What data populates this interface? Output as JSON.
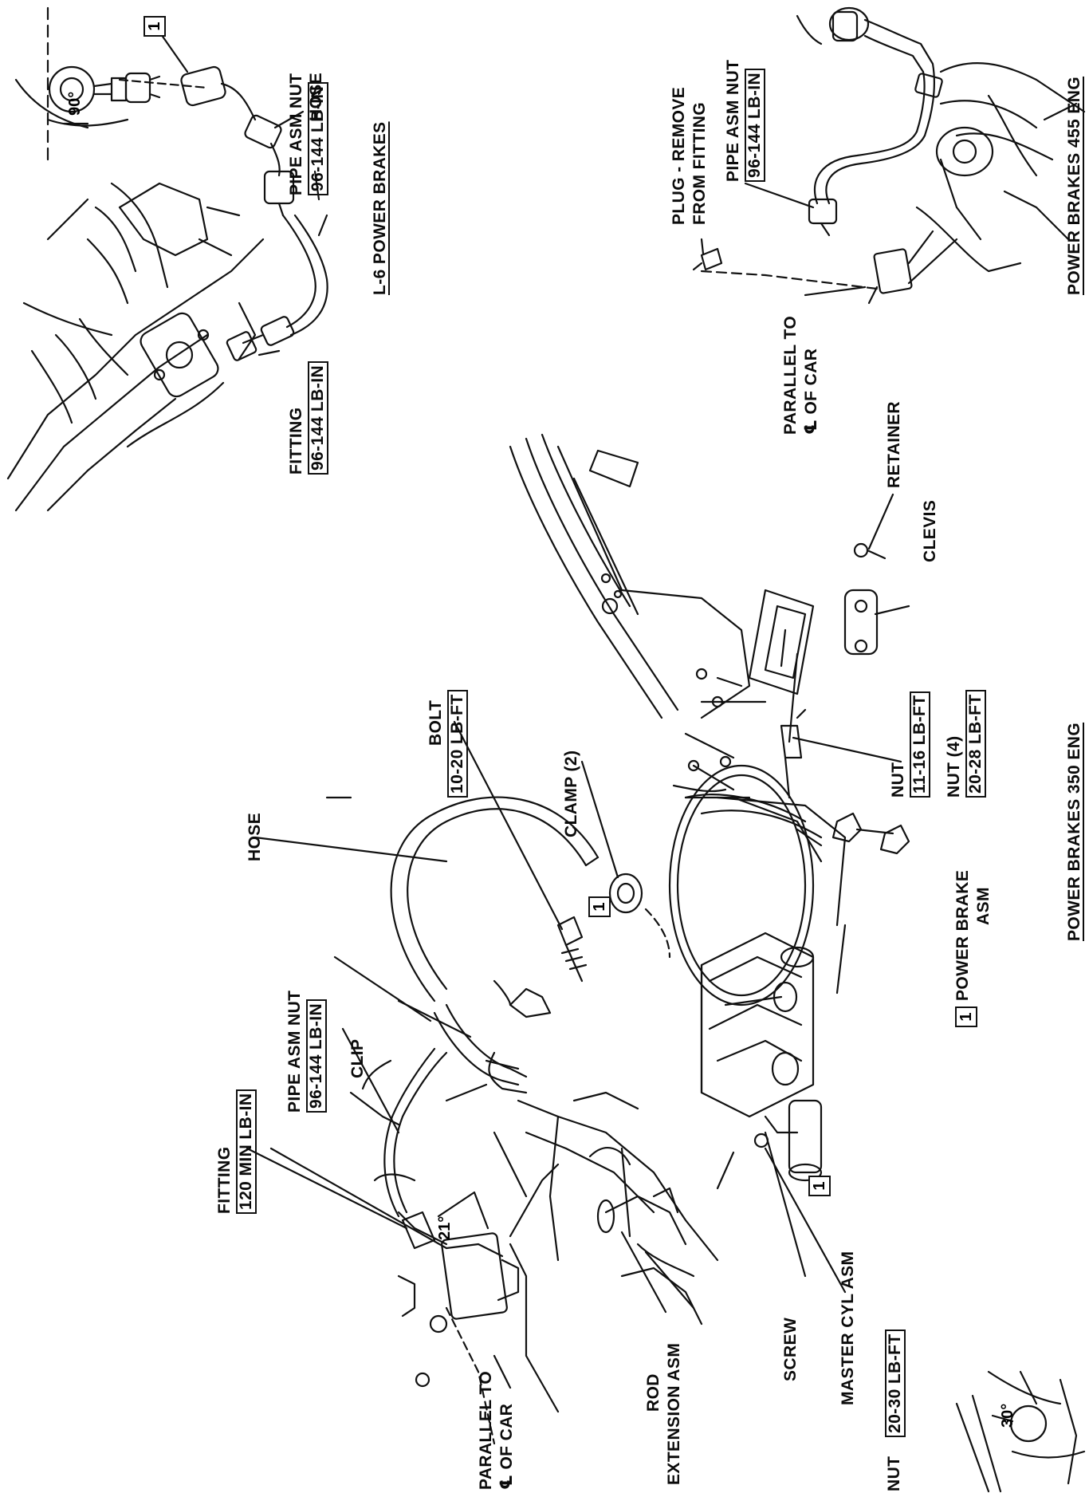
{
  "titles": {
    "l6": "L-6 POWER BRAKES",
    "e455": "POWER BRAKES 455 ENG",
    "e350": "POWER BRAKES 350 ENG"
  },
  "top_left": {
    "callout": "1",
    "angle": "90°",
    "hose": "HOSE",
    "pipe_nut": "PIPE ASM NUT",
    "pipe_nut_torque": "96-144 LB-IN",
    "fitting": "FITTING",
    "fitting_torque": "96-144 LB-IN"
  },
  "top_right": {
    "plug_line1": "PLUG - REMOVE",
    "plug_line2": "FROM FITTING",
    "pipe_nut": "PIPE ASM NUT",
    "pipe_nut_torque": "96-144 LB-IN",
    "parallel_line1": "PARALLEL TO",
    "parallel_line2": "℄ OF CAR"
  },
  "main": {
    "retainer": "RETAINER",
    "clevis": "CLEVIS",
    "nut": "NUT",
    "nut_torque": "11-16 LB-FT",
    "nut4": "NUT (4)",
    "nut4_torque": "20-28 LB-FT",
    "power_brake_line1": "POWER BRAKE",
    "power_brake_line2": "ASM",
    "callout_power_brake": "1",
    "hose": "HOSE",
    "bolt": "BOLT",
    "bolt_torque": "10-20 LB-FT",
    "clamp": "CLAMP (2)",
    "callout_clamp": "1",
    "pipe_nut": "PIPE ASM NUT",
    "pipe_nut_torque": "96-144 LB-IN",
    "clip": "CLIP",
    "fitting": "FITTING",
    "fitting_torque": "120 MIN LB-IN",
    "angle21": "21°",
    "parallel_line1": "PARALLEL TO",
    "parallel_line2": "℄ OF CAR",
    "rod": "ROD",
    "extension": "EXTENSION ASM",
    "screw": "SCREW",
    "master_cyl": "MASTER CYL ASM",
    "callout_master": "1",
    "nut_bottom": "NUT",
    "nut_bottom_torque": "20-30 LB-FT",
    "angle30": "30°"
  }
}
